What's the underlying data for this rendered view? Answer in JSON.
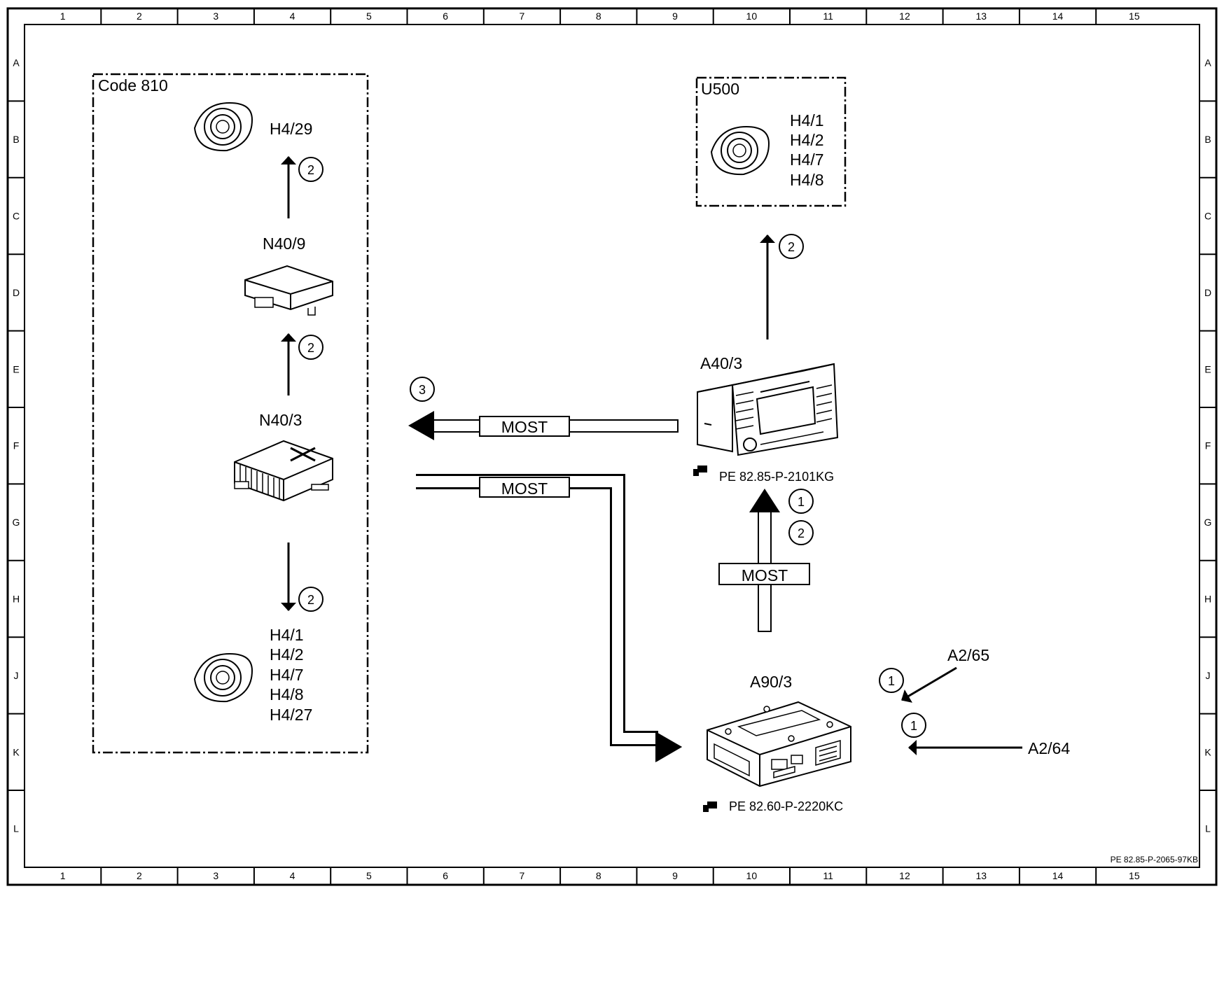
{
  "grid": {
    "columns": [
      "1",
      "2",
      "3",
      "4",
      "5",
      "6",
      "7",
      "8",
      "9",
      "10",
      "11",
      "12",
      "13",
      "14",
      "15"
    ],
    "rows": [
      "A",
      "B",
      "C",
      "D",
      "E",
      "F",
      "G",
      "H",
      "J",
      "K",
      "L"
    ]
  },
  "groups": {
    "code810": {
      "label": "Code 810"
    },
    "u500": {
      "label": "U500"
    }
  },
  "components": {
    "h4_29": {
      "label": "H4/29"
    },
    "n40_9": {
      "label": "N40/9"
    },
    "n40_3": {
      "label": "N40/3"
    },
    "left_speakers": {
      "lines": [
        "H4/1",
        "H4/2",
        "H4/7",
        "H4/8",
        "H4/27"
      ]
    },
    "u500_speakers": {
      "lines": [
        "H4/1",
        "H4/2",
        "H4/7",
        "H4/8"
      ]
    },
    "a40_3": {
      "label": "A40/3",
      "ref": "PE 82.85-P-2101KG"
    },
    "a90_3": {
      "label": "A90/3",
      "ref": "PE 82.60-P-2220KC"
    },
    "a2_65": {
      "label": "A2/65"
    },
    "a2_64": {
      "label": "A2/64"
    }
  },
  "buses": {
    "most_top": "MOST",
    "most_mid": "MOST",
    "most_vertical": "MOST"
  },
  "circles": {
    "c1": "2",
    "c2": "2",
    "c3": "2",
    "c4": "2",
    "c5": "3",
    "c6": "1",
    "c7": "2",
    "c8": "1",
    "c9": "1"
  },
  "footer_ref": "PE 82.85-P-2065-97KB"
}
